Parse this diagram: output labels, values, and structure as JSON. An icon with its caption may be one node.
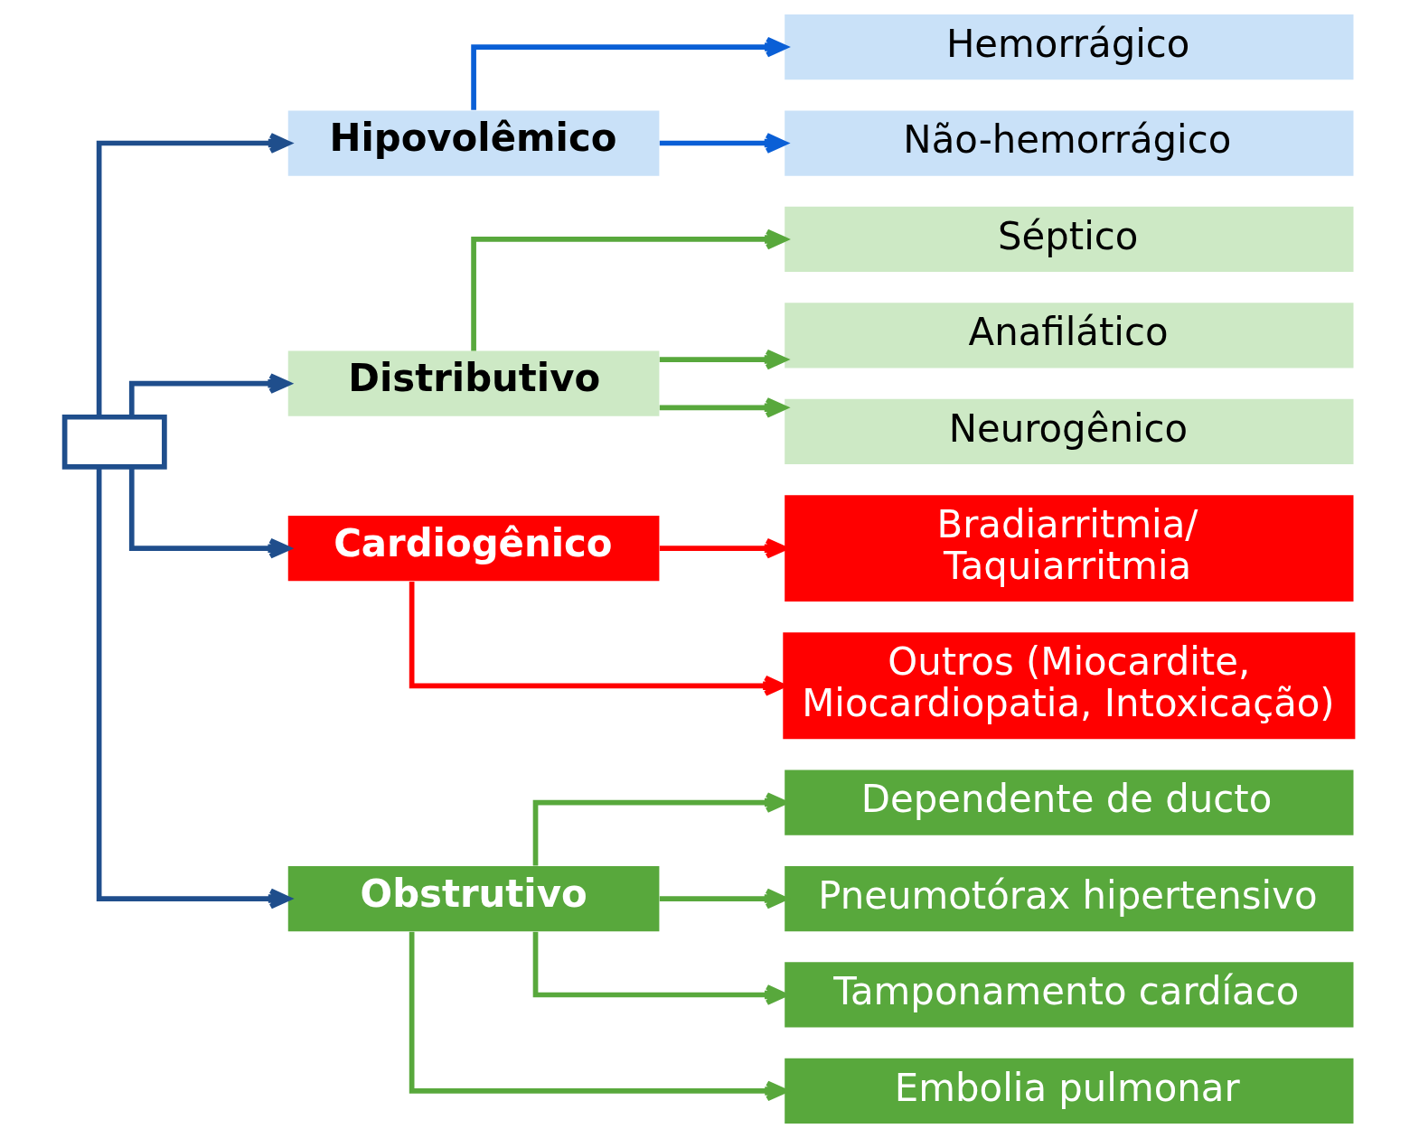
{
  "diagram": {
    "nodes": [
      {
        "text": [],
        "shape": "box"
      },
      {
        "text": [
          "Hipovolêmico"
        ]
      },
      {
        "text": [
          "Distributivo"
        ]
      },
      {
        "text": [
          "Cardiogênico"
        ]
      },
      {
        "text": [
          "Obstrutivo"
        ]
      },
      {
        "text": [
          "Hemorrágico"
        ]
      },
      {
        "text": [
          "Não-hemorrágico"
        ]
      },
      {
        "text": [
          "Séptico"
        ]
      },
      {
        "text": [
          "Anafilático"
        ]
      },
      {
        "text": [
          "Neurogênico"
        ]
      },
      {
        "text": [
          "Bradiarritmia/ Taquiarritmia"
        ]
      },
      {
        "text": [
          "Outros (Miocardite, Miocardiopatia, Intoxicação)"
        ]
      },
      {
        "text": [
          "Dependente de ducto"
        ]
      },
      {
        "text": [
          "Pneumotórax hipertensivo"
        ]
      },
      {
        "text": [
          "Tamponamento cardíaco"
        ]
      },
      {
        "text": [
          "Embolia pulmonar"
        ]
      }
    ],
    "edges": [
      {
        "from": 0,
        "to": 1,
        "arrow": "to",
        "color": "#1f4e8c"
      },
      {
        "from": 0,
        "to": 2,
        "arrow": "to",
        "color": "#1f4e8c"
      },
      {
        "from": 0,
        "to": 3,
        "arrow": "to",
        "color": "#1f4e8c"
      },
      {
        "from": 0,
        "to": 4,
        "arrow": "to",
        "color": "#1f4e8c"
      },
      {
        "from": 1,
        "to": 5,
        "arrow": "to",
        "color": "#0a5fd6"
      },
      {
        "from": 1,
        "to": 6,
        "arrow": "to",
        "color": "#0a5fd6"
      },
      {
        "from": 2,
        "to": 7,
        "arrow": "to"
      },
      {
        "from": 2,
        "to": 8,
        "arrow": "to"
      },
      {
        "from": 2,
        "to": 9,
        "arrow": "to"
      },
      {
        "from": 3,
        "to": 10,
        "arrow": "to",
        "color": "#ff0000"
      },
      {
        "from": 3,
        "to": 11,
        "arrow": "to",
        "color": "#ff0000"
      },
      {
        "from": 4,
        "to": 12,
        "arrow": "to"
      },
      {
        "from": 4,
        "to": 13,
        "arrow": "to"
      },
      {
        "from": 4,
        "to": 14,
        "arrow": "to"
      },
      {
        "from": 4,
        "to": 15,
        "arrow": "to"
      }
    ]
  }
}
